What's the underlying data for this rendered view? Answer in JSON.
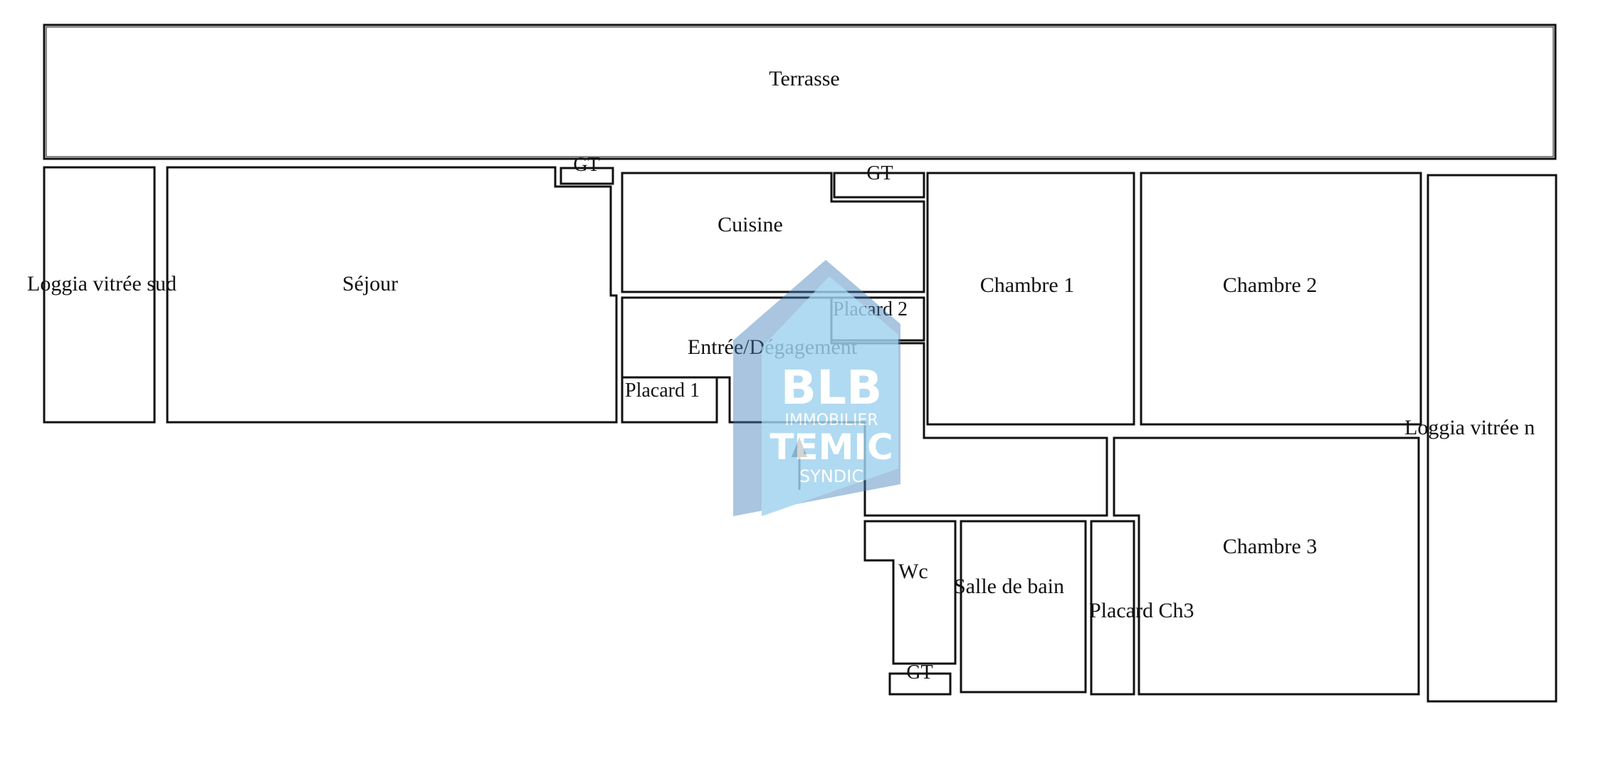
{
  "rooms": {
    "terrasse": "Terrasse",
    "loggia_sud": "Loggia vitrée sud",
    "sejour": "Séjour",
    "gt_sejour": "GT",
    "cuisine": "Cuisine",
    "gt_cuisine": "GT",
    "placard_2": "Placard 2",
    "entree": "Entrée/Dégagement",
    "placard_1": "Placard 1",
    "chambre_1": "Chambre 1",
    "chambre_2": "Chambre 2",
    "loggia_nord": "Loggia vitrée n",
    "wc": "Wc",
    "gt_wc": "GT",
    "salle_de_bain": "Salle de bain",
    "placard_ch3": "Placard Ch3",
    "chambre_3": "Chambre 3"
  },
  "watermark": {
    "line1": "BLB",
    "line2": "IMMOBILIER",
    "line3": "TEMIC",
    "line4": "SYNDIC",
    "color_light": "#9fd3ef",
    "color_dark": "#3f7fb8"
  },
  "colors": {
    "wall": "#111111",
    "background": "#ffffff"
  }
}
